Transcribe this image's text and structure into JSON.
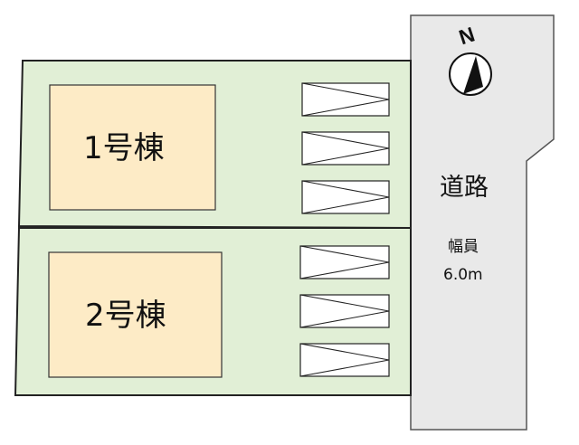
{
  "map": {
    "north_label": "N",
    "buildings": [
      {
        "label": "1号棟",
        "parking_spaces": 3
      },
      {
        "label": "2号棟",
        "parking_spaces": 3
      }
    ],
    "road": {
      "label": "道路",
      "width_label": "幅員",
      "width_value": "6.0m"
    },
    "colors": {
      "lot_fill": "#e1efd6",
      "building_fill": "#fdebc6",
      "road_fill": "#e9e9e9",
      "line": "#222222"
    }
  }
}
